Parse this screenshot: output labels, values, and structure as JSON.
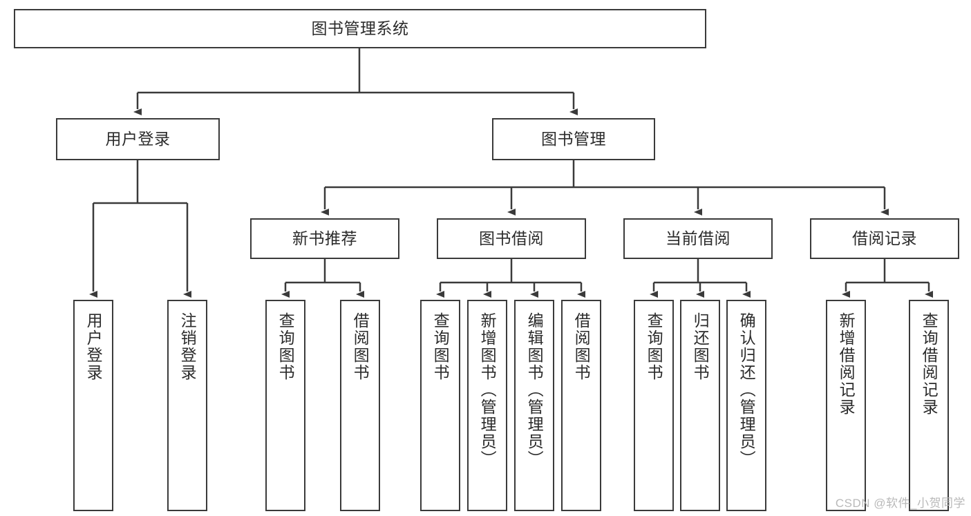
{
  "diagram": {
    "title": "图书管理系统",
    "type": "tree-hierarchy-diagram",
    "colors": {
      "stroke": "#3a3a3a",
      "fill": "#ffffff",
      "text": "#2b2b2b",
      "watermark": "#b9b9b9"
    },
    "root": {
      "label": "图书管理系统"
    },
    "level2": [
      {
        "label": "用户登录"
      },
      {
        "label": "图书管理"
      }
    ],
    "level3": [
      {
        "label": "新书推荐"
      },
      {
        "label": "图书借阅"
      },
      {
        "label": "当前借阅"
      },
      {
        "label": "借阅记录"
      }
    ],
    "leaves": {
      "user_login": [
        {
          "label": "用户登录"
        },
        {
          "label": "注销登录"
        }
      ],
      "new_book_recommend": [
        {
          "label": "查询图书"
        },
        {
          "label": "借阅图书"
        }
      ],
      "book_borrow": [
        {
          "label": "查询图书"
        },
        {
          "label": "新增图书（管理员）"
        },
        {
          "label": "编辑图书（管理员）"
        },
        {
          "label": "借阅图书"
        }
      ],
      "current_borrow": [
        {
          "label": "查询图书"
        },
        {
          "label": "归还图书"
        },
        {
          "label": "确认归还（管理员）"
        }
      ],
      "borrow_records": [
        {
          "label": "新增借阅记录"
        },
        {
          "label": "查询借阅记录"
        }
      ]
    }
  },
  "watermark": {
    "text": "CSDN @软件_小贺同学"
  }
}
